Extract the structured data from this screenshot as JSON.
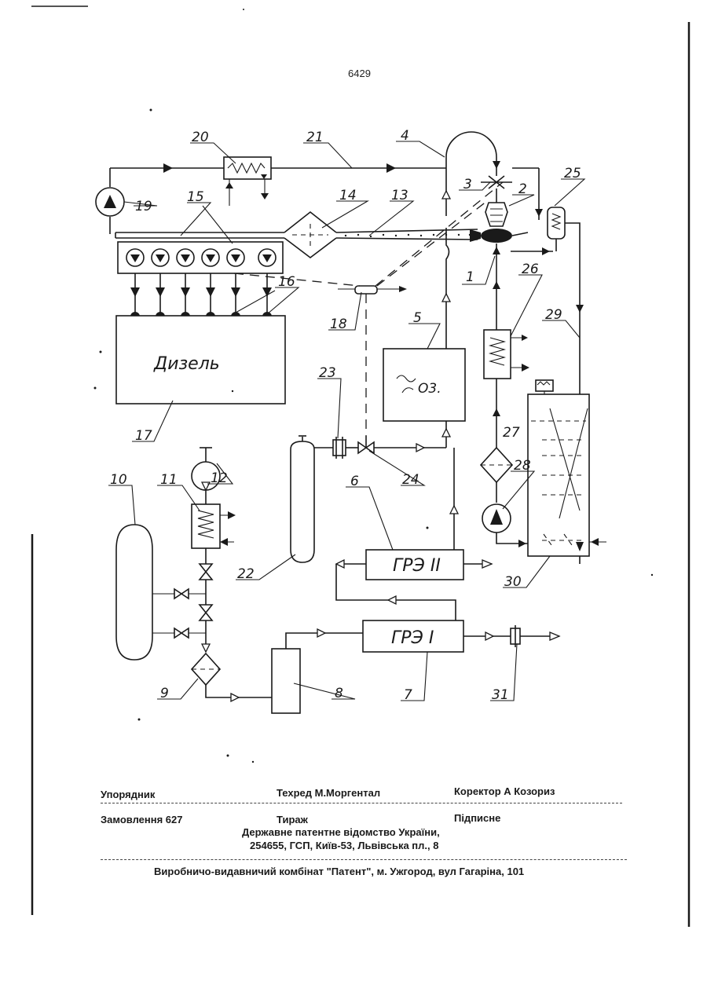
{
  "page_number": "6429",
  "labels": {
    "n1": "1",
    "n2": "2",
    "n3": "3",
    "n4": "4",
    "n5": "5",
    "n6": "6",
    "n7": "7",
    "n8": "8",
    "n9": "9",
    "n10": "10",
    "n11": "11",
    "n12": "12",
    "n13": "13",
    "n14": "14",
    "n15": "15",
    "n16": "16",
    "n17": "17",
    "n18": "18",
    "n19": "19",
    "n20": "20",
    "n21": "21",
    "n22": "22",
    "n23": "23",
    "n24": "24",
    "n25": "25",
    "n26": "26",
    "n27": "27",
    "n28": "28",
    "n29": "29",
    "n30": "30",
    "n31": "31"
  },
  "blocks": {
    "diesel": "Дизель",
    "ozone": "О3.",
    "gre2": "ГРЭ II",
    "gre1": "ГРЭ I"
  },
  "footer": {
    "compiler": "Упорядник",
    "tech_editor": "Техред М.Моргентал",
    "corrector": "Коректор А Козориз",
    "order": "Замовлення 627",
    "circulation": "Тираж",
    "subscription": "Підписне",
    "office_line1": "Державне патентне відомство України,",
    "office_line2": "254655, ГСП, Київ-53, Львівська пл., 8",
    "plant": "Виробничо-видавничий комбінат \"Патент\", м. Ужгород, вул Гагаріна, 101"
  }
}
